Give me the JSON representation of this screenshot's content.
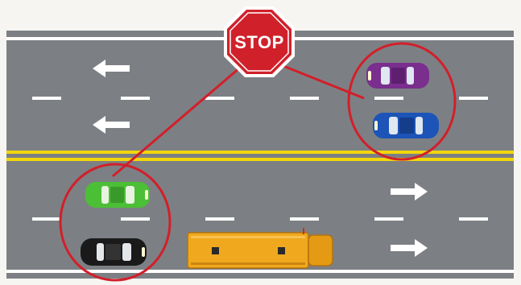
{
  "sign": {
    "text": "STOP",
    "color": "#d0212b"
  },
  "road": {
    "asphalt_color": "#7c8084",
    "edge_line_color": "#ffffff",
    "center_line_color": "#f2d60a",
    "lane_marking_color": "#ffffff"
  },
  "lanes": {
    "top_direction": "left",
    "bottom_direction": "right"
  },
  "vehicles": [
    {
      "kind": "car",
      "color": "#7a2e8e",
      "side": "opposite"
    },
    {
      "kind": "car",
      "color": "#1c54b8",
      "side": "opposite"
    },
    {
      "kind": "car",
      "color": "#4bbf35",
      "side": "same"
    },
    {
      "kind": "car",
      "color": "#1a1a1a",
      "side": "same"
    },
    {
      "kind": "school-bus",
      "color": "#f0a81e",
      "side": "same"
    }
  ],
  "highlights": {
    "circle_color": "#d21f2a",
    "connector_color": "#d21f2a"
  }
}
